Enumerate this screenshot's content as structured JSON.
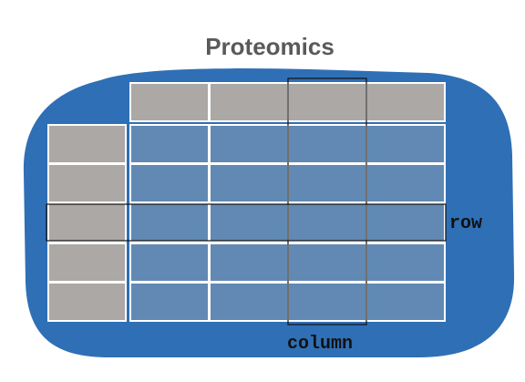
{
  "title": "Proteomics",
  "labels": {
    "row": "row",
    "column": "column"
  },
  "grid": {
    "header_columns": 4,
    "header_rows": 5,
    "highlighted_row": 3,
    "highlighted_column": 3
  },
  "colors": {
    "background_blob": "#2f6fb5",
    "data_cell": "#6189b3",
    "header_cell": "#aba8a6",
    "cell_border": "#ffffff",
    "highlight_outline": "#111111",
    "title": "#5a5a5a",
    "label": "#111111"
  }
}
